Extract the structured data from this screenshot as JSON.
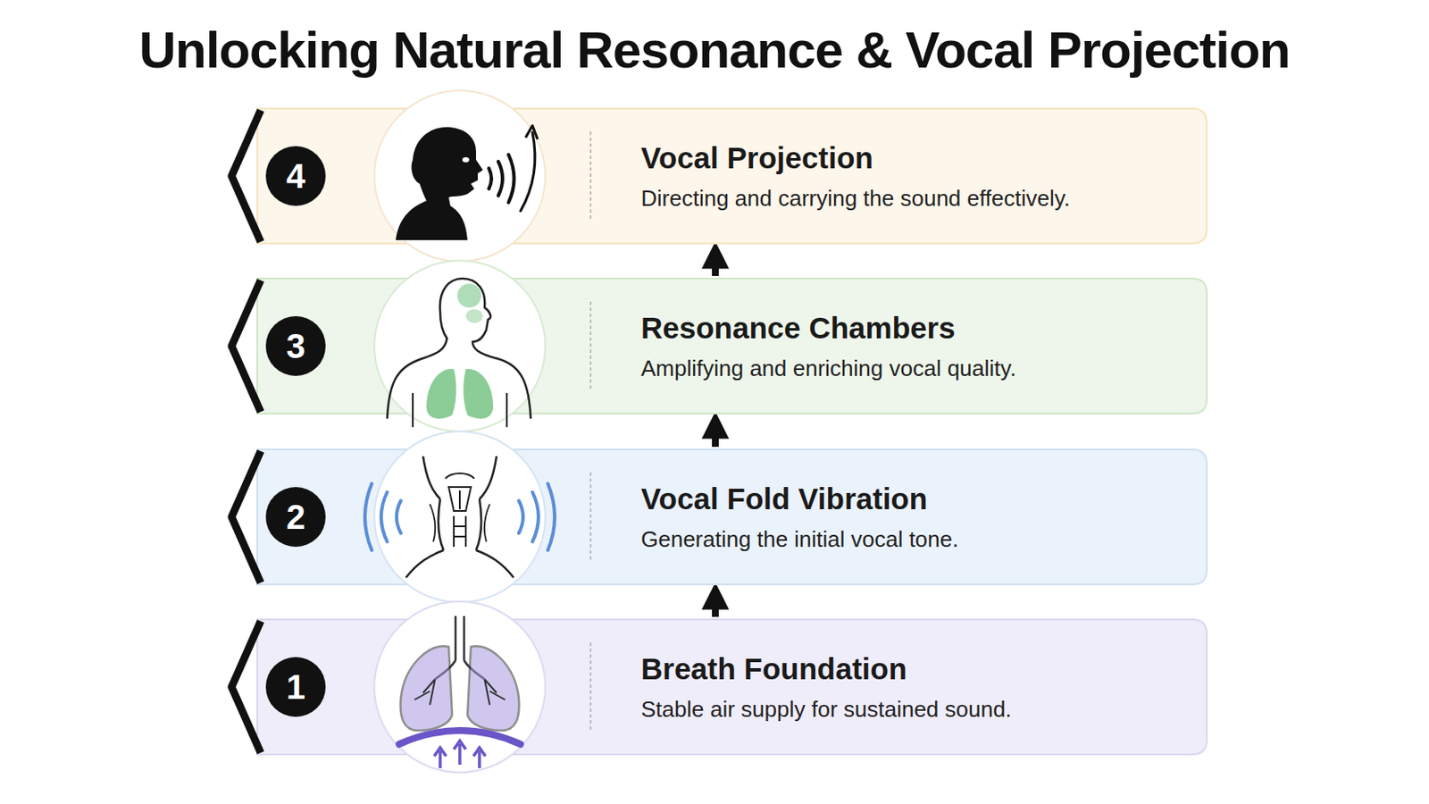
{
  "diagram": {
    "title": "Unlocking Natural Resonance & Vocal Projection",
    "nodes": [
      {
        "text": [
          "Vocal Projection",
          "Directing and carrying the sound effectively."
        ]
      },
      {
        "text": [
          "4"
        ],
        "in": 0
      },
      {
        "text": [
          "Resonance Chambers",
          "Amplifying and enriching vocal quality."
        ]
      },
      {
        "text": [
          "3"
        ],
        "in": 2
      },
      {
        "text": [
          "Vocal Fold Vibration",
          "Generating the initial vocal tone."
        ]
      },
      {
        "text": [
          "2"
        ],
        "in": 4
      },
      {
        "text": [
          "Breath Foundation",
          "Stable air supply for sustained sound."
        ]
      },
      {
        "text": [
          "1"
        ],
        "in": 6
      }
    ],
    "edges": [
      {
        "from": 6,
        "to": 4,
        "arrow": "to"
      },
      {
        "from": 4,
        "to": 2,
        "arrow": "to"
      },
      {
        "from": 2,
        "to": 0,
        "arrow": "to"
      }
    ]
  }
}
